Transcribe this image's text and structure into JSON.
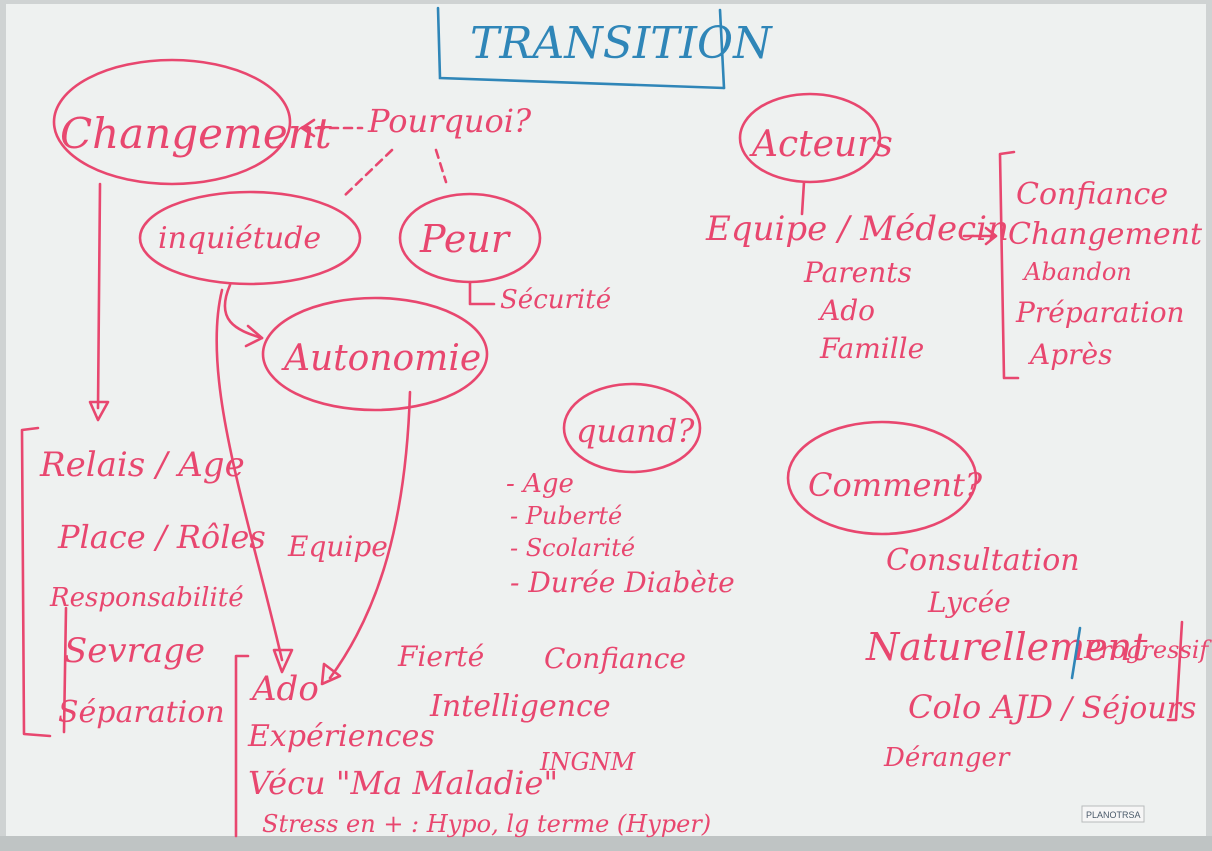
{
  "colors": {
    "board": "#eef1f0",
    "marker_pink": "#e8476f",
    "marker_blue": "#2f86b8",
    "frame": "#cfd3d3"
  },
  "title": "TRANSITION",
  "bubbles": {
    "changement": "Changement",
    "pourquoi": "Pourquoi?",
    "inquietude": "inquiétude",
    "peur": "Peur",
    "securite": "Sécurité",
    "autonomie": "Autonomie",
    "acteurs": "Acteurs",
    "quand": "quand?",
    "comment": "Comment?"
  },
  "changement_list": [
    "Relais / Age",
    "Place / Rôles",
    "Responsabilité",
    "Sevrage",
    "Séparation"
  ],
  "equipe_label": "Equipe",
  "acteurs_block": {
    "equipe_medecin": "Equipe / Médecin",
    "people": [
      "Parents",
      "Ado",
      "Famille"
    ],
    "bracket_items": [
      "Confiance",
      "Changement",
      "Abandon",
      "Préparation",
      "Après"
    ]
  },
  "quand_list": [
    "- Age",
    "- Puberté",
    "- Scolarité",
    "- Durée Diabète"
  ],
  "ado_block": {
    "lines": [
      "Ado",
      "Expériences",
      "Vécu \"Ma Maladie\"",
      "Stress en + : Hypo, lg terme (Hyper)"
    ],
    "words": [
      "Fierté",
      "Confiance",
      "Intelligence",
      "INGNM"
    ]
  },
  "comment_block": {
    "lines": [
      "Consultation",
      "Lycée",
      "Naturellement",
      "Colo AJD",
      "Déranger"
    ],
    "progressif": "Progressif",
    "sejours": "/ Séjours"
  },
  "sticker": "PLANOTRSA"
}
